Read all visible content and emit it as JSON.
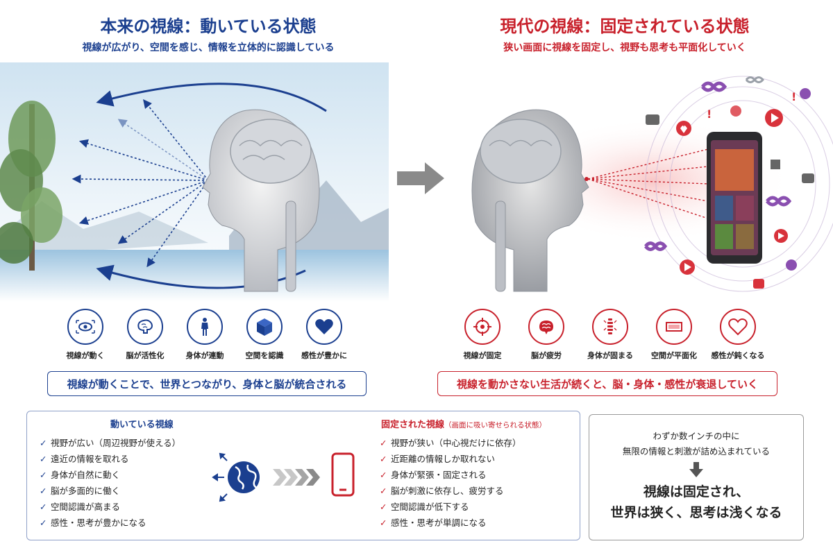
{
  "left": {
    "title": "本来の視線：動いている状態",
    "subtitle": "視線が広がり、空間を感じ、情報を立体的に認識している",
    "icons": [
      {
        "icon": "eye-icon",
        "label": "視線が動く"
      },
      {
        "icon": "brain-icon",
        "label": "脳が活性化"
      },
      {
        "icon": "body-icon",
        "label": "身体が連動"
      },
      {
        "icon": "cube-icon",
        "label": "空間を認識"
      },
      {
        "icon": "heart-icon",
        "label": "感性が豊かに"
      }
    ],
    "banner": "視線が動くことで、世界とつながり、身体と脳が統合される"
  },
  "right": {
    "title": "現代の視線：固定されている状態",
    "subtitle": "狭い画面に視線を固定し、視野も思考も平面化していく",
    "icons": [
      {
        "icon": "target-icon",
        "label": "視線が固定"
      },
      {
        "icon": "brain-icon",
        "label": "脳が疲労"
      },
      {
        "icon": "spine-icon",
        "label": "身体が固まる"
      },
      {
        "icon": "flat-screen-icon",
        "label": "空間が平面化"
      },
      {
        "icon": "heart-outline-icon",
        "label": "感性が鈍くなる"
      }
    ],
    "banner": "視線を動かさない生活が続くと、脳・身体・感性が衰退していく"
  },
  "comparison": {
    "moving": {
      "title": "動いている視線",
      "items": [
        "視野が広い（周辺視野が使える）",
        "遠近の情報を取れる",
        "身体が自然に動く",
        "脳が多面的に働く",
        "空間認識が高まる",
        "感性・思考が豊かになる"
      ]
    },
    "fixed": {
      "title": "固定された視線",
      "note": "（画面に吸い寄せられる状態）",
      "items": [
        "視野が狭い（中心視だけに依存）",
        "近距離の情報しか取れない",
        "身体が緊張・固定される",
        "脳が刺激に依存し、疲労する",
        "空間認識が低下する",
        "感性・思考が単調になる"
      ]
    }
  },
  "conclusion": {
    "line1": "わずか数インチの中に",
    "line2": "無限の情報と刺激が詰め込まれている",
    "big1": "視線は固定され、",
    "big2": "世界は狭く、思考は浅くなる"
  },
  "colors": {
    "blue": "#1b3f8f",
    "red": "#c8202b",
    "check_symbol": "✓"
  }
}
